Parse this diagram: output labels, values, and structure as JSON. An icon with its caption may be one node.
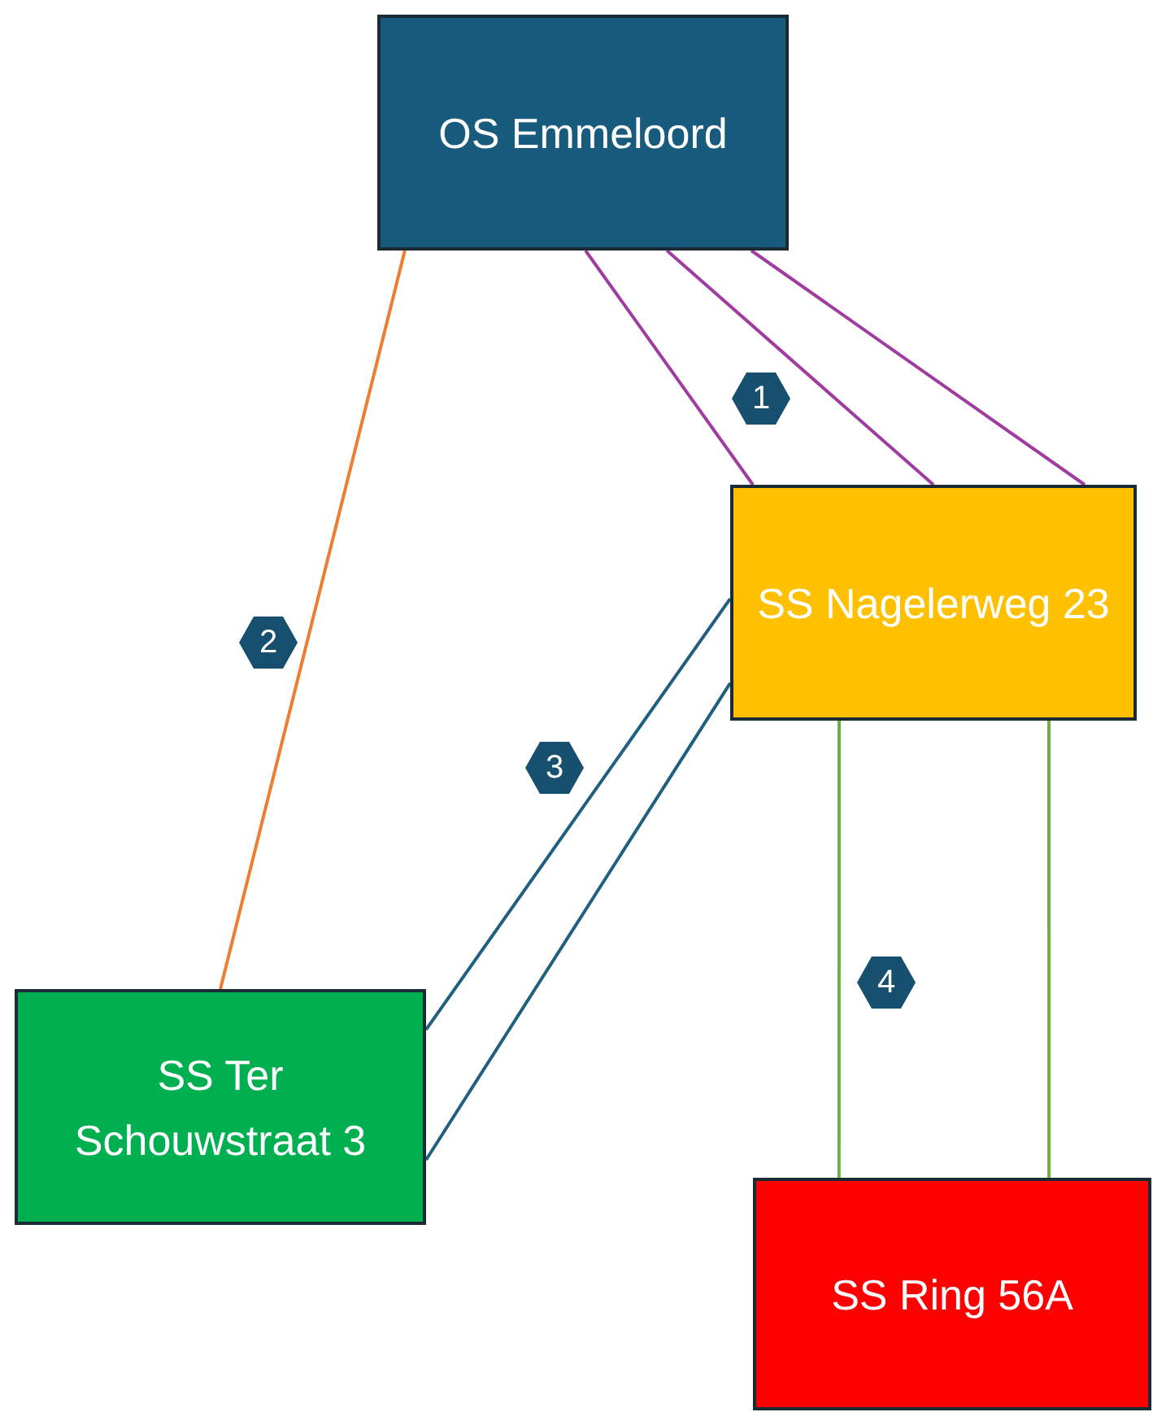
{
  "diagram": {
    "nodes": [
      {
        "text": [
          "OS Emmeloord"
        ]
      },
      {
        "text": [
          "SS Nagelerweg 23"
        ]
      },
      {
        "text": [
          "SS Ter Schouwstraat 3"
        ]
      },
      {
        "text": [
          "SS Ring 56A"
        ]
      }
    ],
    "edges": [
      {
        "from": 0,
        "to": 1,
        "arrow": "none",
        "color": "#a03ca0"
      },
      {
        "from": 0,
        "to": 1,
        "arrow": "none",
        "color": "#a03ca0"
      },
      {
        "from": 0,
        "to": 1,
        "arrow": "none",
        "color": "#a03ca0"
      },
      {
        "from": 0,
        "to": 2,
        "arrow": "none",
        "color": "#ed7d31"
      },
      {
        "from": 1,
        "to": 2,
        "arrow": "none",
        "color": "#1f5f80"
      },
      {
        "from": 1,
        "to": 2,
        "arrow": "none",
        "color": "#1f5f80"
      },
      {
        "from": 1,
        "to": 3,
        "arrow": "none",
        "color": "#70ad47"
      },
      {
        "from": 1,
        "to": 3,
        "arrow": "none",
        "color": "#70ad47"
      }
    ],
    "labels": [
      "1",
      "2",
      "3",
      "4"
    ]
  }
}
